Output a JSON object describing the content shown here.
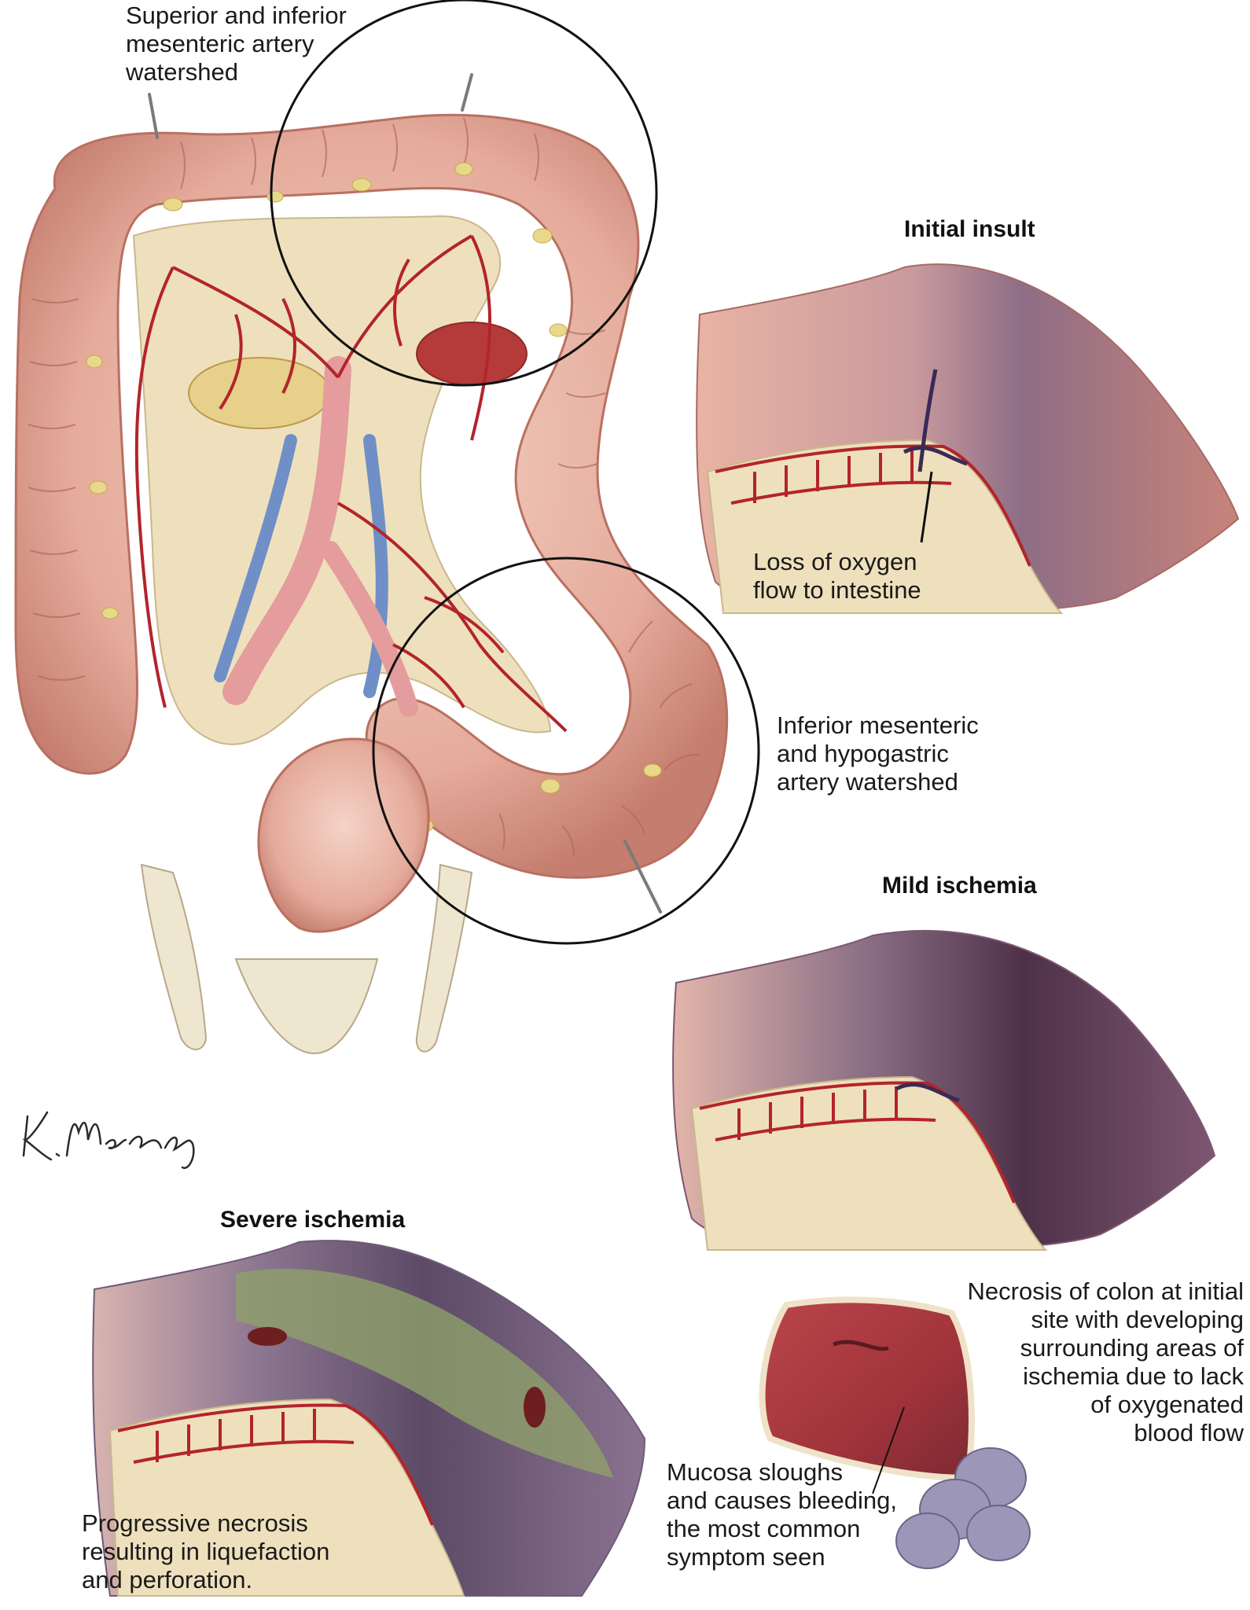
{
  "callouts": {
    "sma_ima_watershed": [
      "Superior and inferior",
      "mesenteric artery",
      "watershed"
    ],
    "ima_hypogastric_watershed": [
      "Inferior mesenteric",
      "and hypogastric",
      "artery watershed"
    ],
    "loss_of_oxygen": [
      "Loss of oxygen",
      "flow to intestine"
    ],
    "necrosis_initial_site": [
      "Necrosis of colon at initial",
      "site with developing",
      "surrounding areas of",
      "ischemia due to lack",
      "of oxygenated",
      "blood flow"
    ],
    "mucosa_sloughs": [
      "Mucosa sloughs",
      "and causes bleeding,",
      "the most common",
      "symptom seen"
    ],
    "progressive_necrosis": [
      "Progressive necrosis",
      "resulting in liquefaction",
      "and perforation."
    ]
  },
  "stages": {
    "initial": "Initial insult",
    "mild": "Mild ischemia",
    "severe": "Severe ischemia"
  },
  "signature": "K. Marzejon",
  "colors": {
    "colon_pink": "#e9b3a4",
    "colon_shadow": "#c47d6e",
    "artery_red": "#b3242b",
    "vein_blue": "#6f8fc6",
    "fat_yellow": "#e8d98a",
    "mesentery_cream": "#efe0bd",
    "ischemic_purple": "#5e3b55",
    "necrotic_green": "#8fa06a",
    "circle_stroke": "#111111"
  }
}
